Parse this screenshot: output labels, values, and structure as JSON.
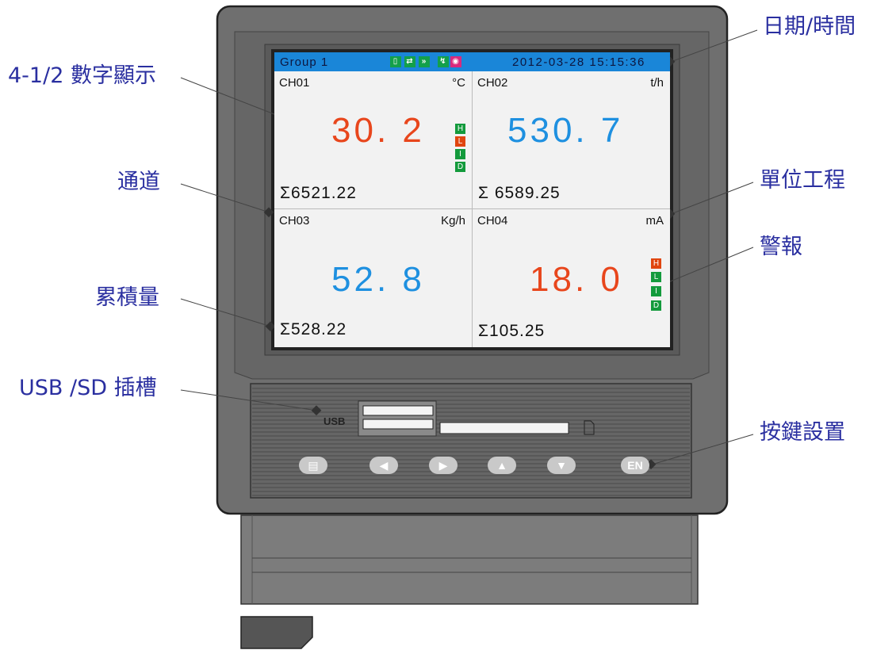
{
  "callouts": {
    "datetime": "日期/時間",
    "digits": "4-1/2 數字顯示",
    "channel": "通道",
    "unit": "單位工程",
    "alarm": "警報",
    "total": "累積量",
    "usb_sd": "USB /SD 插槽",
    "keys": "按鍵設置"
  },
  "status_bar": {
    "group": "Group 1",
    "datetime": "2012-03-28  15:15:36",
    "icons": [
      "sd-card-icon",
      "usb-icon",
      "forward-icon",
      "flash-icon",
      "wireless-icon"
    ]
  },
  "channels": [
    {
      "id": "CH01",
      "unit": "°C",
      "value": "30. 2",
      "color": "#e8461c",
      "total": "6521.22",
      "alarms": [
        "H",
        "L",
        "I",
        "D"
      ]
    },
    {
      "id": "CH02",
      "unit": "t/h",
      "value": "530. 7",
      "color": "#1e90e0",
      "total": "6589.25",
      "alarms": []
    },
    {
      "id": "CH03",
      "unit": "Kg/h",
      "value": "52. 8",
      "color": "#1e90e0",
      "total": "528.22",
      "alarms": []
    },
    {
      "id": "CH04",
      "unit": "mA",
      "value": "18. 0",
      "color": "#e8461c",
      "total": "105.25",
      "alarms": [
        "H",
        "L",
        "I",
        "D"
      ]
    }
  ],
  "sum_symbol": "Σ",
  "panel": {
    "usb_label": "USB",
    "keys": [
      "page-icon",
      "left-arrow-icon",
      "right-arrow-icon",
      "up-arrow-icon",
      "down-arrow-icon",
      "EN"
    ]
  }
}
